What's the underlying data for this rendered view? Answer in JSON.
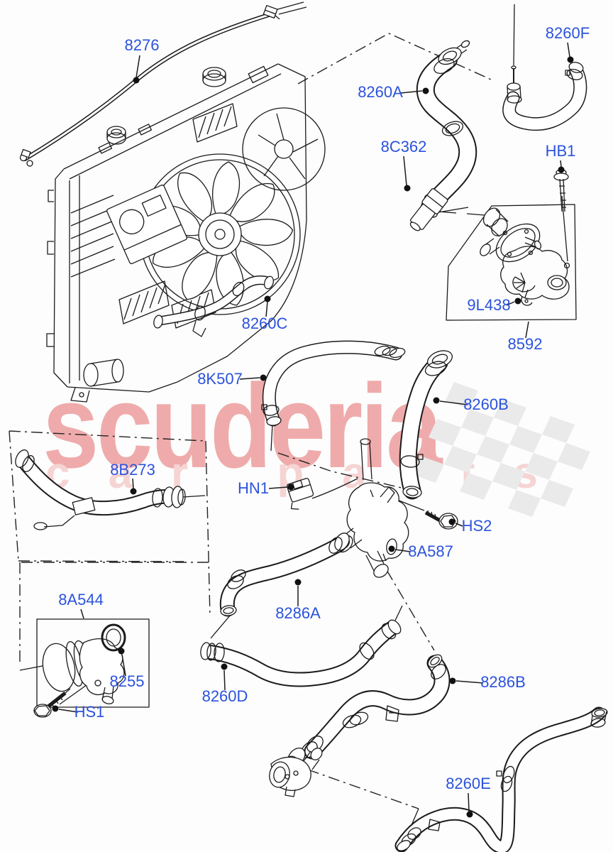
{
  "watermark": {
    "brand": "scuderia",
    "tagline": "car parts",
    "brand_color": "#efabab",
    "tagline_color": "#f6d4d4",
    "flag_color": "#eaeaea"
  },
  "colors": {
    "label_blue": "#2b52dd",
    "line_art": "#1b1b1b",
    "background": "#fdfdfd"
  },
  "labels": [
    {
      "id": "8276",
      "text": "8276"
    },
    {
      "id": "8260A",
      "text": "8260A"
    },
    {
      "id": "8260F",
      "text": "8260F"
    },
    {
      "id": "8C362",
      "text": "8C362"
    },
    {
      "id": "HB1",
      "text": "HB1"
    },
    {
      "id": "9L438",
      "text": "9L438"
    },
    {
      "id": "8592",
      "text": "8592"
    },
    {
      "id": "8260C",
      "text": "8260C"
    },
    {
      "id": "8K507",
      "text": "8K507"
    },
    {
      "id": "8260B",
      "text": "8260B"
    },
    {
      "id": "8B273",
      "text": "8B273"
    },
    {
      "id": "HN1",
      "text": "HN1"
    },
    {
      "id": "HS2",
      "text": "HS2"
    },
    {
      "id": "8A587",
      "text": "8A587"
    },
    {
      "id": "8286A",
      "text": "8286A"
    },
    {
      "id": "8A544",
      "text": "8A544"
    },
    {
      "id": "8255",
      "text": "8255"
    },
    {
      "id": "HS1",
      "text": "HS1"
    },
    {
      "id": "8260D",
      "text": "8260D"
    },
    {
      "id": "8286B",
      "text": "8286B"
    },
    {
      "id": "8260E",
      "text": "8260E"
    }
  ]
}
